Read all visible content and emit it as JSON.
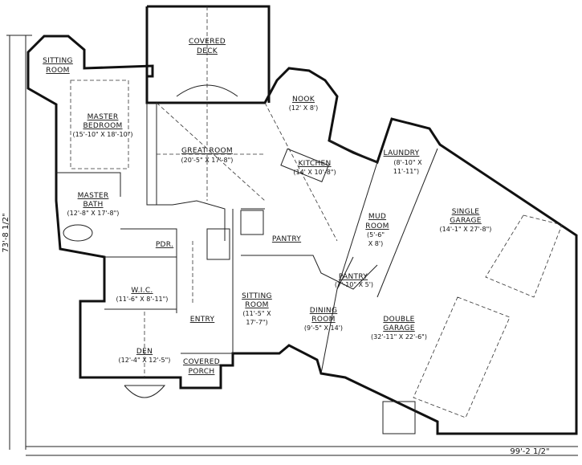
{
  "plan": {
    "overall_width": "99'-2 1/2\"",
    "overall_depth": "73'-8 1/2\"",
    "rooms": [
      {
        "name1": "COVERED",
        "name2": "DECK",
        "dims": ""
      },
      {
        "name1": "SITTING",
        "name2": "ROOM",
        "dims": ""
      },
      {
        "name1": "MASTER",
        "name2": "BEDROOM",
        "dims": "(15'-10\" X 18'-10\")"
      },
      {
        "name1": "GREAT ROOM",
        "name2": "",
        "dims": "(20'-5\" X 17'-8\")"
      },
      {
        "name1": "NOOK",
        "name2": "",
        "dims": "(12' X 8')"
      },
      {
        "name1": "KITCHEN",
        "name2": "",
        "dims": "(14' X 10'-8\")"
      },
      {
        "name1": "LAUNDRY",
        "name2": "",
        "dims": "(8'-10\" X",
        "dims2": "11'-11\")"
      },
      {
        "name1": "SINGLE",
        "name2": "GARAGE",
        "dims": "(14'-1\" X 27'-8\")"
      },
      {
        "name1": "MASTER",
        "name2": "BATH",
        "dims": "(12'-8\" X 17'-8\")"
      },
      {
        "name1": "MUD",
        "name2": "ROOM",
        "dims": "(5'-6\"",
        "dims2": "X 8')"
      },
      {
        "name1": "PANTRY",
        "name2": "",
        "dims": ""
      },
      {
        "name1": "PDR.",
        "name2": "",
        "dims": ""
      },
      {
        "name1": "PANTRY",
        "name2": "",
        "dims": "(7'-10\" X 5')"
      },
      {
        "name1": "W.I.C.",
        "name2": "",
        "dims": "(11'-6\" X 8'-11\")"
      },
      {
        "name1": "SITTING",
        "name2": "ROOM",
        "dims": "(11'-5\" X",
        "dims2": "17'-7\")"
      },
      {
        "name1": "ENTRY",
        "name2": "",
        "dims": ""
      },
      {
        "name1": "DINING",
        "name2": "ROOM",
        "dims": "(9'-5\" X 14')"
      },
      {
        "name1": "DOUBLE",
        "name2": "GARAGE",
        "dims": "(32'-11\" X 22'-6\")"
      },
      {
        "name1": "DEN",
        "name2": "",
        "dims": "(12'-4\" X 12'-5\")"
      },
      {
        "name1": "COVERED",
        "name2": "PORCH",
        "dims": ""
      }
    ]
  }
}
